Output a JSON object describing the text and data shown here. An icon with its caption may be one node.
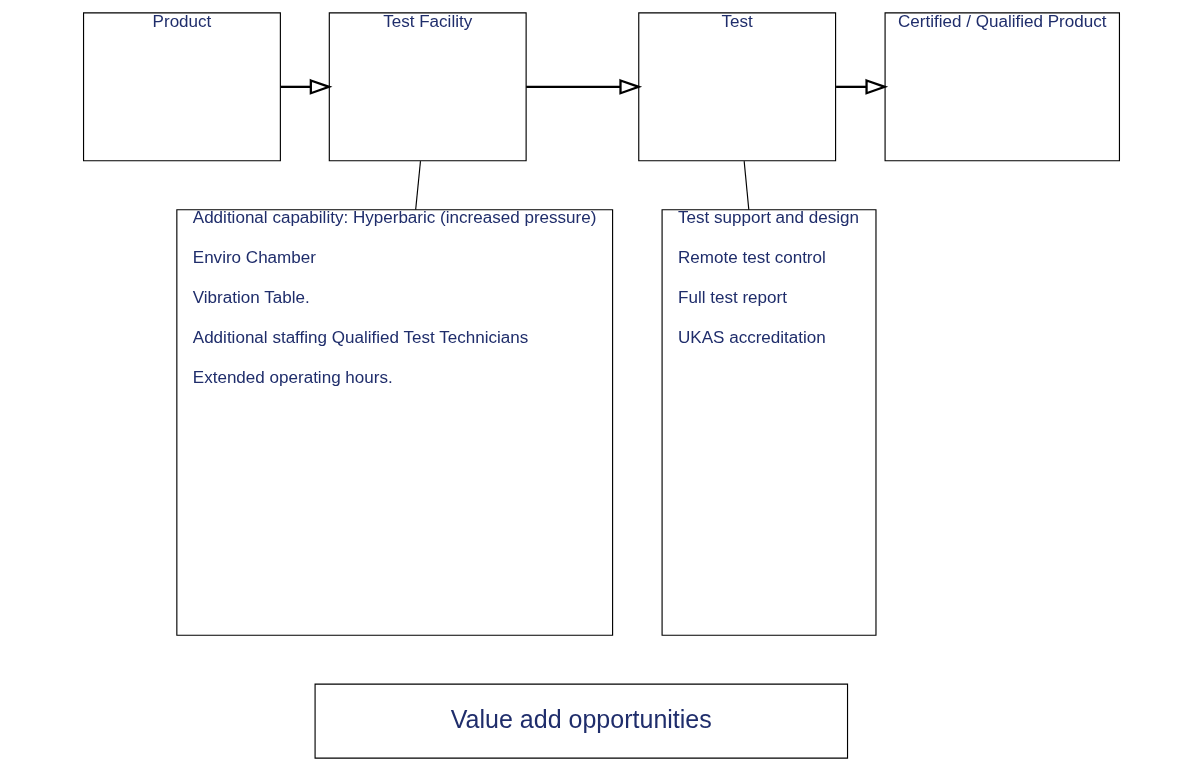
{
  "diagram": {
    "nodes": [
      {
        "text": [
          "Product"
        ]
      },
      {
        "text": [
          "Test Facility"
        ]
      },
      {
        "text": [
          "Test"
        ]
      },
      {
        "text": [
          "Certified / Qualified Product"
        ]
      },
      {
        "text": [
          "Additional capability: Hyperbaric (increased pressure)",
          "Enviro Chamber",
          "Vibration Table.",
          "Additional staffing Qualified Test Technicians",
          "Extended operating hours."
        ]
      },
      {
        "text": [
          "Test support and design",
          "Remote test control",
          "Full test report",
          "UKAS accreditation"
        ]
      },
      {
        "text": [
          "Value add opportunities"
        ]
      }
    ],
    "edges": [
      {
        "from": 0,
        "to": 1,
        "arrow": "to"
      },
      {
        "from": 1,
        "to": 2,
        "arrow": "to"
      },
      {
        "from": 2,
        "to": 3,
        "arrow": "to"
      },
      {
        "from": 1,
        "to": 4,
        "arrow": "none"
      },
      {
        "from": 2,
        "to": 5,
        "arrow": "none"
      }
    ]
  }
}
